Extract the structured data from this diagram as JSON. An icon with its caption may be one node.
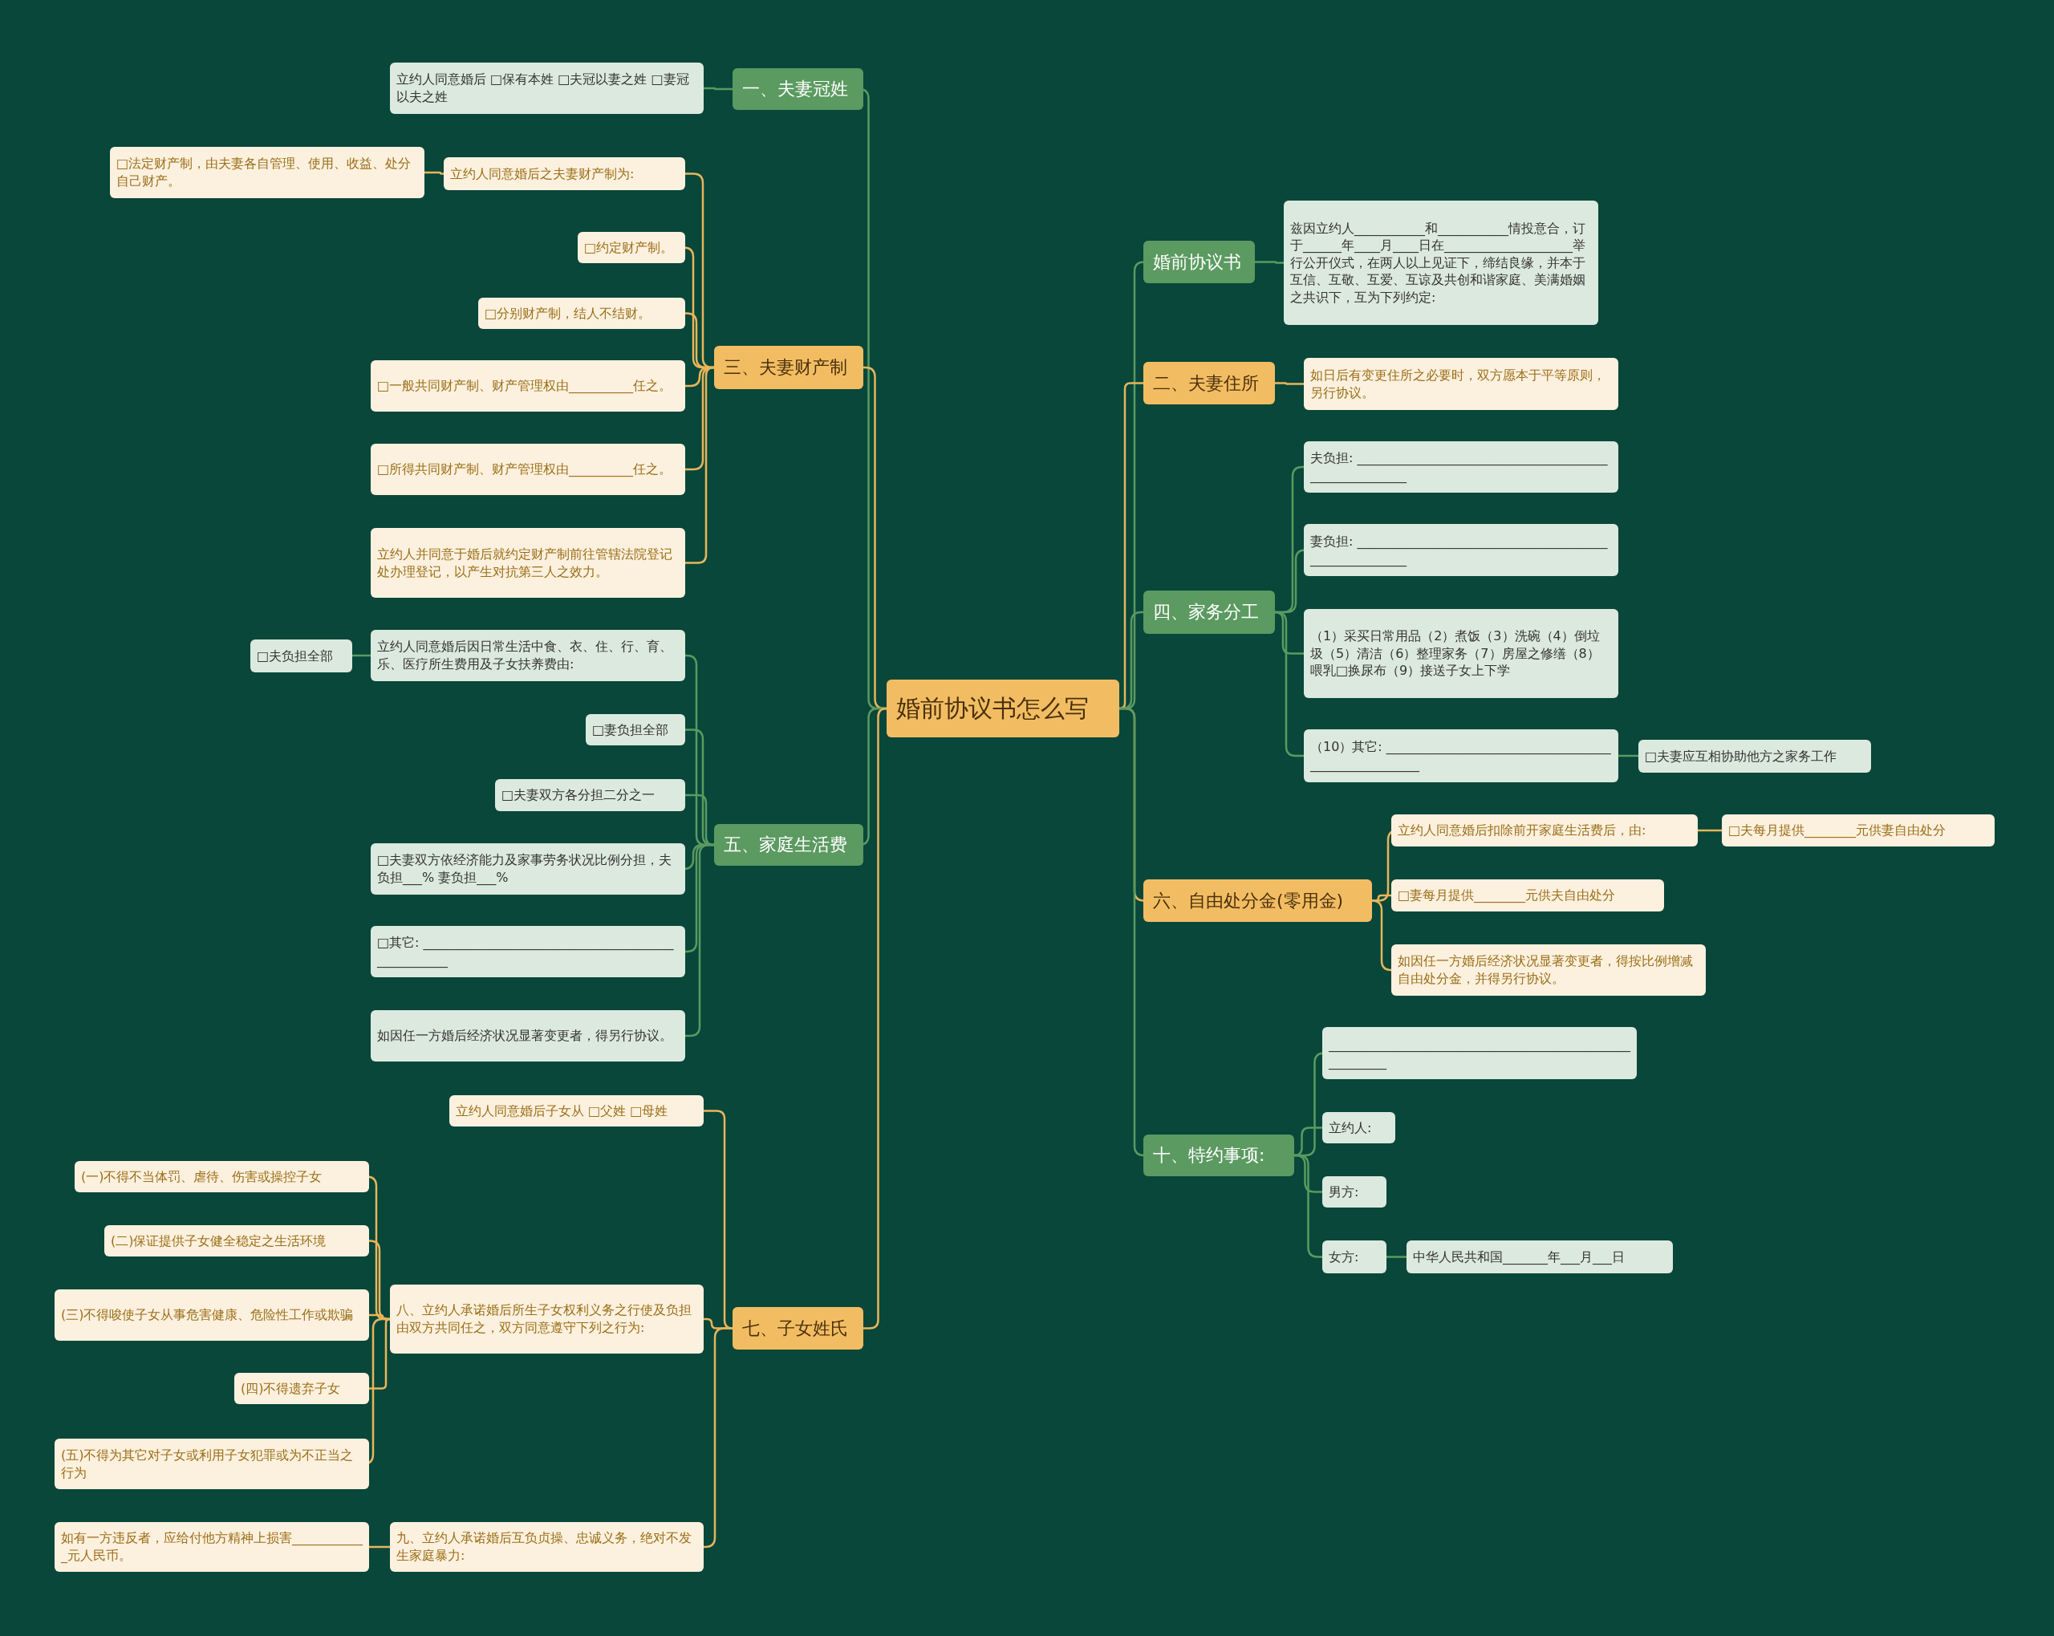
{
  "diagram": {
    "nodes": [
      {
        "text": [
          "婚前协议书怎么写"
        ]
      },
      {
        "text": [
          "一、夫妻冠姓"
        ]
      },
      {
        "text": [
          "立约人同意婚后 □保有本姓 □夫冠以妻之姓 □妻冠以夫之姓"
        ]
      },
      {
        "text": [
          "三、夫妻财产制"
        ]
      },
      {
        "text": [
          "立约人同意婚后之夫妻财产制为:"
        ]
      },
      {
        "text": [
          "□法定财产制，由夫妻各自管理、使用、收益、处分自己财产。"
        ]
      },
      {
        "text": [
          "□约定财产制。"
        ]
      },
      {
        "text": [
          "□分别财产制，结人不结财。"
        ]
      },
      {
        "text": [
          "□一般共同财产制、财产管理权由__________任之。"
        ]
      },
      {
        "text": [
          "□所得共同财产制、财产管理权由__________任之。"
        ]
      },
      {
        "text": [
          "立约人并同意于婚后就约定财产制前往管辖法院登记处办理登记，以产生对抗第三人之效力。"
        ]
      },
      {
        "text": [
          "五、家庭生活费"
        ]
      },
      {
        "text": [
          "立约人同意婚后因日常生活中食、衣、住、行、育、乐、医疗所生费用及子女扶养费由:"
        ]
      },
      {
        "text": [
          "□夫负担全部"
        ]
      },
      {
        "text": [
          "□妻负担全部"
        ]
      },
      {
        "text": [
          "□夫妻双方各分担二分之一"
        ]
      },
      {
        "text": [
          "□夫妻双方依经济能力及家事劳务状况比例分担，夫负担___% 妻负担___%"
        ]
      },
      {
        "text": [
          "□其它: __________________________________________________"
        ]
      },
      {
        "text": [
          "如因任一方婚后经济状况显著变更者，得另行协议。"
        ]
      },
      {
        "text": [
          "七、子女姓氏"
        ]
      },
      {
        "text": [
          "立约人同意婚后子女从 □父姓 □母姓"
        ]
      },
      {
        "text": [
          "八、立约人承诺婚后所生子女权利义务之行使及负担由双方共同任之，双方同意遵守下列之行为:"
        ]
      },
      {
        "text": [
          "(一)不得不当体罚、虐待、伤害或操控子女"
        ]
      },
      {
        "text": [
          "(二)保证提供子女健全稳定之生活环境"
        ]
      },
      {
        "text": [
          "(三)不得唆使子女从事危害健康、危险性工作或欺骗"
        ]
      },
      {
        "text": [
          "(四)不得遗弃子女"
        ]
      },
      {
        "text": [
          "(五)不得为其它对子女或利用子女犯罪或为不正当之行为"
        ]
      },
      {
        "text": [
          "九、立约人承诺婚后互负贞操、忠诚义务，绝对不发生家庭暴力:"
        ]
      },
      {
        "text": [
          "如有一方违反者，应给付他方精神上损害____________元人民币。"
        ]
      },
      {
        "text": [
          "婚前协议书"
        ]
      },
      {
        "text": [
          "兹因立约人___________和___________情投意合，订于______年____月____日在____________________举行公开仪式，在两人以上见证下，缔结良缘，并本于互信、互敬、互爱、互谅及共创和谐家庭、美满婚姻之共识下，互为下列约定:"
        ]
      },
      {
        "text": [
          "二、夫妻住所"
        ]
      },
      {
        "text": [
          "如日后有变更住所之必要时，双方愿本于平等原则，另行协议。"
        ]
      },
      {
        "text": [
          "四、家务分工"
        ]
      },
      {
        "text": [
          "夫负担: ______________________________________________________"
        ]
      },
      {
        "text": [
          "妻负担: ______________________________________________________"
        ]
      },
      {
        "text": [
          "（1）采买日常用品（2）煮饭（3）洗碗（4）倒垃圾（5）清洁（6）整理家务（7）房屋之修缮（8）喂乳□换尿布（9）接送子女上下学"
        ]
      },
      {
        "text": [
          "（10）其它: ____________________________________________________"
        ]
      },
      {
        "text": [
          "□夫妻应互相协助他方之家务工作"
        ]
      },
      {
        "text": [
          "六、自由处分金(零用金)"
        ]
      },
      {
        "text": [
          "立约人同意婚后扣除前开家庭生活费后，由:"
        ]
      },
      {
        "text": [
          "□夫每月提供________元供妻自由处分"
        ]
      },
      {
        "text": [
          "□妻每月提供________元供夫自由处分"
        ]
      },
      {
        "text": [
          "如因任一方婚后经济状况显著变更者，得按比例增减自由处分金，并得另行协议。"
        ]
      },
      {
        "text": [
          "十、特约事项:"
        ]
      },
      {
        "text": [
          "________________________________________________________"
        ]
      },
      {
        "text": [
          "立约人:"
        ]
      },
      {
        "text": [
          "男方:"
        ]
      },
      {
        "text": [
          "女方:"
        ]
      },
      {
        "text": [
          "中华人民共和国_______年___月___日"
        ]
      }
    ],
    "edges": [
      {
        "from": 0,
        "to": 1,
        "arrow": "none",
        "color": "#5b9a60"
      },
      {
        "from": 1,
        "to": 2,
        "arrow": "none",
        "color": "#5b9a60"
      },
      {
        "from": 0,
        "to": 3,
        "arrow": "none",
        "color": "#e8b55a"
      },
      {
        "from": 3,
        "to": 4,
        "arrow": "none",
        "color": "#e8b55a"
      },
      {
        "from": 4,
        "to": 5,
        "arrow": "none",
        "color": "#e8b55a"
      },
      {
        "from": 3,
        "to": 6,
        "arrow": "none",
        "color": "#e8b55a"
      },
      {
        "from": 3,
        "to": 7,
        "arrow": "none",
        "color": "#e8b55a"
      },
      {
        "from": 3,
        "to": 8,
        "arrow": "none",
        "color": "#e8b55a"
      },
      {
        "from": 3,
        "to": 9,
        "arrow": "none",
        "color": "#e8b55a"
      },
      {
        "from": 3,
        "to": 10,
        "arrow": "none",
        "color": "#e8b55a"
      },
      {
        "from": 0,
        "to": 11,
        "arrow": "none",
        "color": "#5b9a60"
      },
      {
        "from": 11,
        "to": 12,
        "arrow": "none",
        "color": "#5b9a60"
      },
      {
        "from": 12,
        "to": 13,
        "arrow": "none",
        "color": "#5b9a60"
      },
      {
        "from": 11,
        "to": 14,
        "arrow": "none",
        "color": "#5b9a60"
      },
      {
        "from": 11,
        "to": 15,
        "arrow": "none",
        "color": "#5b9a60"
      },
      {
        "from": 11,
        "to": 16,
        "arrow": "none",
        "color": "#5b9a60"
      },
      {
        "from": 11,
        "to": 17,
        "arrow": "none",
        "color": "#5b9a60"
      },
      {
        "from": 11,
        "to": 18,
        "arrow": "none",
        "color": "#5b9a60"
      },
      {
        "from": 0,
        "to": 19,
        "arrow": "none",
        "color": "#e8b55a"
      },
      {
        "from": 19,
        "to": 20,
        "arrow": "none",
        "color": "#e8b55a"
      },
      {
        "from": 19,
        "to": 21,
        "arrow": "none",
        "color": "#e8b55a"
      },
      {
        "from": 21,
        "to": 22,
        "arrow": "none",
        "color": "#e8b55a"
      },
      {
        "from": 21,
        "to": 23,
        "arrow": "none",
        "color": "#e8b55a"
      },
      {
        "from": 21,
        "to": 24,
        "arrow": "none",
        "color": "#e8b55a"
      },
      {
        "from": 21,
        "to": 25,
        "arrow": "none",
        "color": "#e8b55a"
      },
      {
        "from": 21,
        "to": 26,
        "arrow": "none",
        "color": "#e8b55a"
      },
      {
        "from": 19,
        "to": 27,
        "arrow": "none",
        "color": "#e8b55a"
      },
      {
        "from": 27,
        "to": 28,
        "arrow": "none",
        "color": "#e8b55a"
      },
      {
        "from": 0,
        "to": 29,
        "arrow": "none",
        "color": "#5b9a60"
      },
      {
        "from": 29,
        "to": 30,
        "arrow": "none",
        "color": "#5b9a60"
      },
      {
        "from": 0,
        "to": 31,
        "arrow": "none",
        "color": "#e8b55a"
      },
      {
        "from": 31,
        "to": 32,
        "arrow": "none",
        "color": "#e8b55a"
      },
      {
        "from": 0,
        "to": 33,
        "arrow": "none",
        "color": "#5b9a60"
      },
      {
        "from": 33,
        "to": 34,
        "arrow": "none",
        "color": "#5b9a60"
      },
      {
        "from": 33,
        "to": 35,
        "arrow": "none",
        "color": "#5b9a60"
      },
      {
        "from": 33,
        "to": 36,
        "arrow": "none",
        "color": "#5b9a60"
      },
      {
        "from": 33,
        "to": 37,
        "arrow": "none",
        "color": "#5b9a60"
      },
      {
        "from": 37,
        "to": 38,
        "arrow": "none",
        "color": "#5b9a60"
      },
      {
        "from": 0,
        "to": 39,
        "arrow": "none",
        "color": "#e8b55a"
      },
      {
        "from": 39,
        "to": 40,
        "arrow": "none",
        "color": "#e8b55a"
      },
      {
        "from": 40,
        "to": 41,
        "arrow": "none",
        "color": "#e8b55a"
      },
      {
        "from": 39,
        "to": 42,
        "arrow": "none",
        "color": "#e8b55a"
      },
      {
        "from": 39,
        "to": 43,
        "arrow": "none",
        "color": "#e8b55a"
      },
      {
        "from": 0,
        "to": 44,
        "arrow": "none",
        "color": "#5b9a60"
      },
      {
        "from": 44,
        "to": 45,
        "arrow": "none",
        "color": "#5b9a60"
      },
      {
        "from": 44,
        "to": 46,
        "arrow": "none",
        "color": "#5b9a60"
      },
      {
        "from": 44,
        "to": 47,
        "arrow": "none",
        "color": "#5b9a60"
      },
      {
        "from": 44,
        "to": 48,
        "arrow": "none",
        "color": "#5b9a60"
      },
      {
        "from": 48,
        "to": 49,
        "arrow": "none",
        "color": "#5b9a60"
      }
    ]
  }
}
